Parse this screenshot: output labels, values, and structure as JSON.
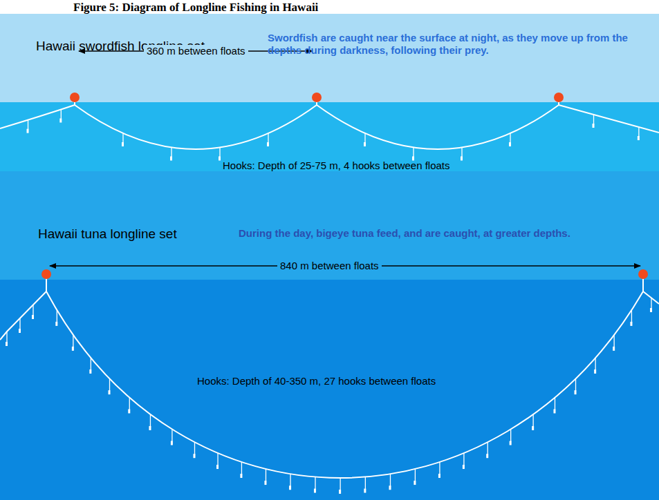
{
  "diagram": {
    "title": "Figure 5: Diagram of Longline Fishing in Hawaii",
    "labels": [
      "Hawaii swordfish longline set",
      "Swordfish are caught near the surface at night, as they move up from the depths during darkness, following their prey.",
      "360 m between floats",
      "Hooks: Depth of 25-75 m, 4 hooks between floats",
      "Hawaii tuna longline set",
      "During the day, bigeye tuna feed, and are caught, at greater depths.",
      "840 m between floats",
      "Hooks: Depth of 40-350 m, 27 hooks between floats"
    ]
  }
}
